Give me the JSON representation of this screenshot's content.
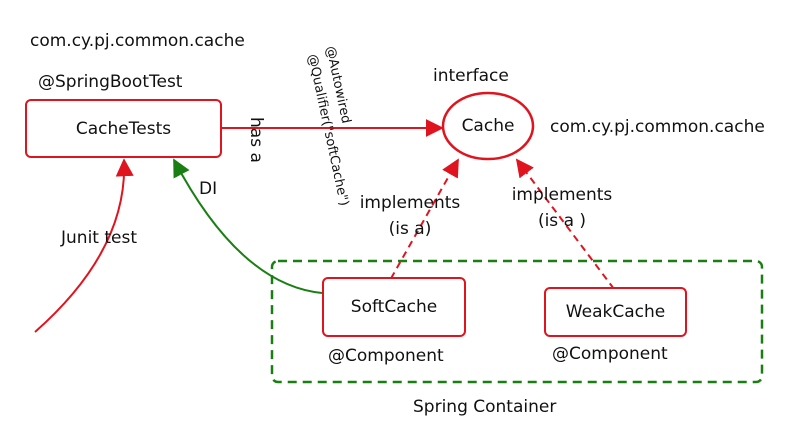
{
  "test_package": "com.cy.pj.common.cache",
  "test_annotation": "@SpringBootTest",
  "test_class": "CacheTests",
  "interface_stereotype": "interface",
  "interface_name": "Cache",
  "interface_package": "com.cy.pj.common.cache",
  "relation_has_a": "has a",
  "autowired_annotation": "@Autowired",
  "qualifier_annotation": "@Qualifier(\"softCache\")",
  "relation_di": "DI",
  "relation_junit": "Junit test",
  "impl_soft": {
    "name": "SoftCache",
    "annotation": "@Component",
    "relation_line1": "implements",
    "relation_line2": "(is a)"
  },
  "impl_weak": {
    "name": "WeakCache",
    "annotation": "@Component",
    "relation_line1": "implements",
    "relation_line2": "(is a )"
  },
  "container_label": "Spring Container",
  "colors": {
    "red": "#e0141e",
    "green": "#1a7f12",
    "text": "#111111"
  }
}
